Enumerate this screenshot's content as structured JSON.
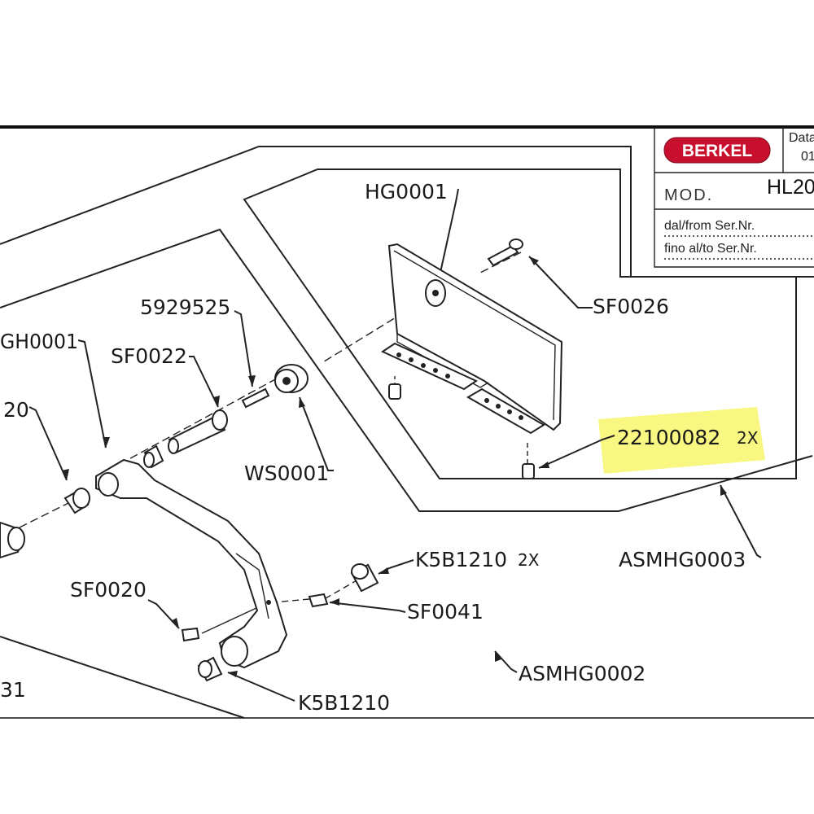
{
  "title_block": {
    "brand": "BERKEL",
    "header_label": "Data",
    "header_value": "01",
    "mod_label": "MOD.",
    "mod_value": "HL20",
    "from_label": "dal/from Ser.Nr.",
    "to_label": "fino al/to Ser.Nr."
  },
  "labels": {
    "hg0001": "HG0001",
    "sf0026": "SF0026",
    "p5929525": "5929525",
    "gh0001": "GH0001",
    "sf0022": "SF0022",
    "p20": "20",
    "ws0001": "WS0001",
    "p22100082": "22100082",
    "p22100082_qty": "2X",
    "asmhg0003": "ASMHG0003",
    "k5b1210_a": "K5B1210",
    "k5b1210_a_qty": "2X",
    "sf0020": "SF0020",
    "sf0041": "SF0041",
    "asmhg0002": "ASMHG0002",
    "p31": "31",
    "k5b1210_b": "K5B1210"
  },
  "colors": {
    "highlight": "#f7f77a",
    "logo_red": "#c8102e",
    "line": "#222222"
  }
}
